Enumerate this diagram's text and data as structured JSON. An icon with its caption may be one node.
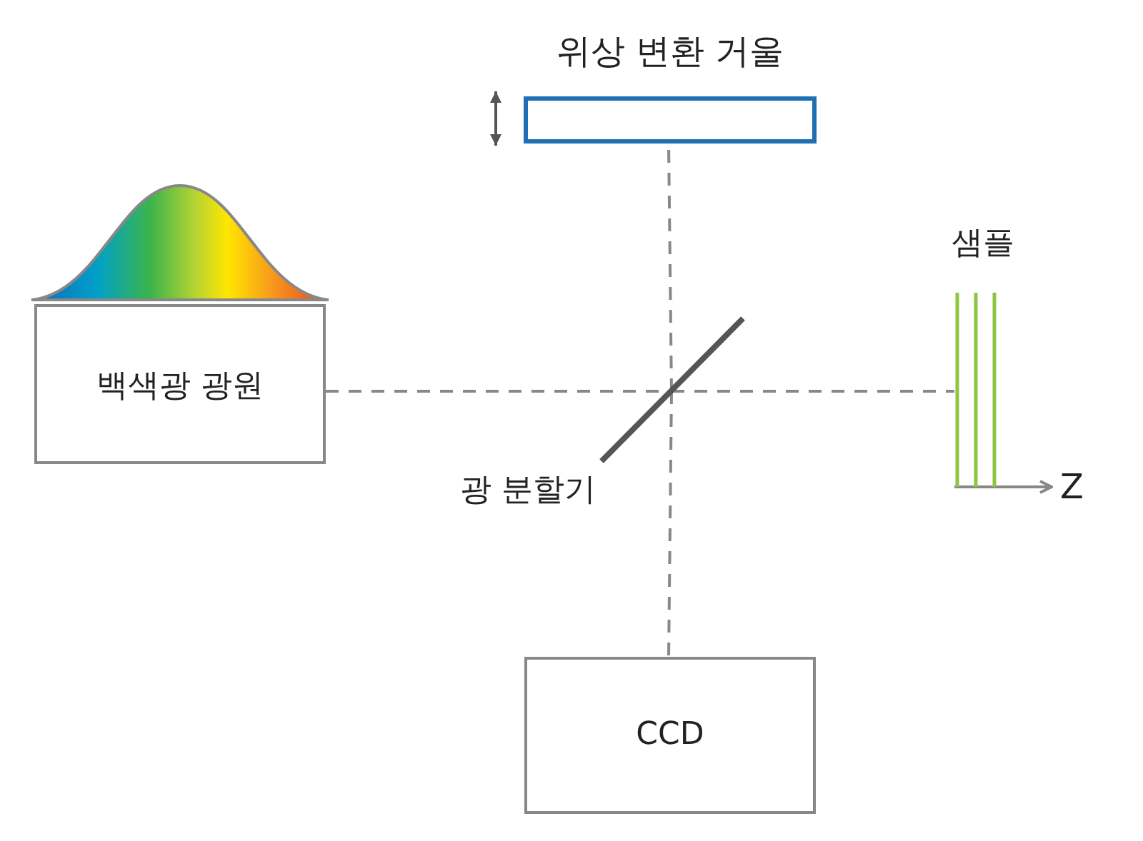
{
  "diagram": {
    "nodes": [
      {
        "text": [
          "백색광 광원"
        ]
      },
      {
        "text": [
          "위상 변환 거울"
        ]
      },
      {
        "text": [
          "광 분할기"
        ]
      },
      {
        "text": [
          "샘플"
        ]
      },
      {
        "text": [
          "CCD"
        ]
      }
    ],
    "edges": [
      {
        "from": 0,
        "to": 2,
        "arrow": "none",
        "style": "dashed"
      },
      {
        "from": 2,
        "to": 3,
        "arrow": "none",
        "style": "dashed"
      },
      {
        "from": 2,
        "to": 1,
        "arrow": "none",
        "style": "dashed"
      },
      {
        "from": 2,
        "to": 4,
        "arrow": "none",
        "style": "dashed"
      }
    ],
    "labels": [
      "Z"
    ]
  }
}
